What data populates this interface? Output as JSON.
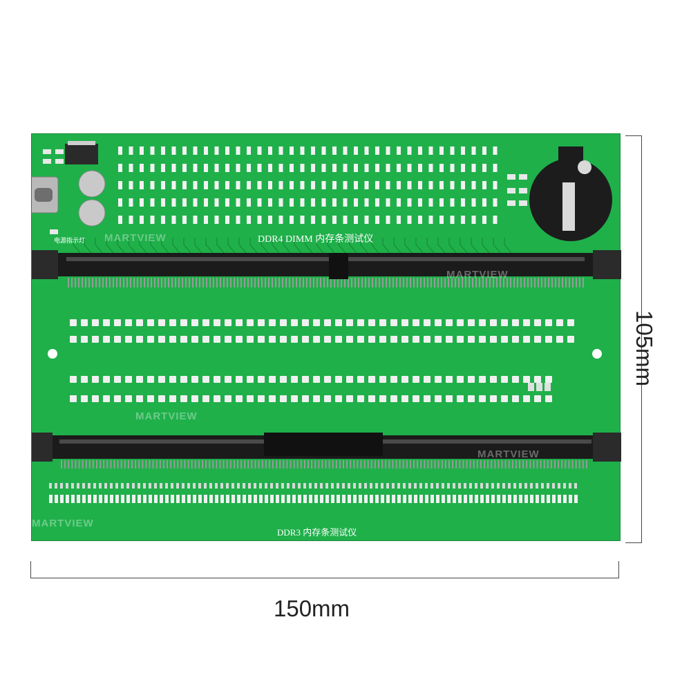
{
  "board": {
    "ddr4_title": "DDR4 DIMM 内存条测试仪",
    "ddr3_title": "DDR3 内存条测试仪",
    "power_indicator_label": "电源指示灯"
  },
  "dimensions": {
    "width": "150mm",
    "height": "105mm"
  },
  "watermark": "MARTVIEW",
  "colors": {
    "pcb": "#1fb04a",
    "pcb_dark": "#178a38",
    "slot": "#1b1b1b",
    "pin": "#9a9a9a",
    "silk": "#ffffff"
  }
}
